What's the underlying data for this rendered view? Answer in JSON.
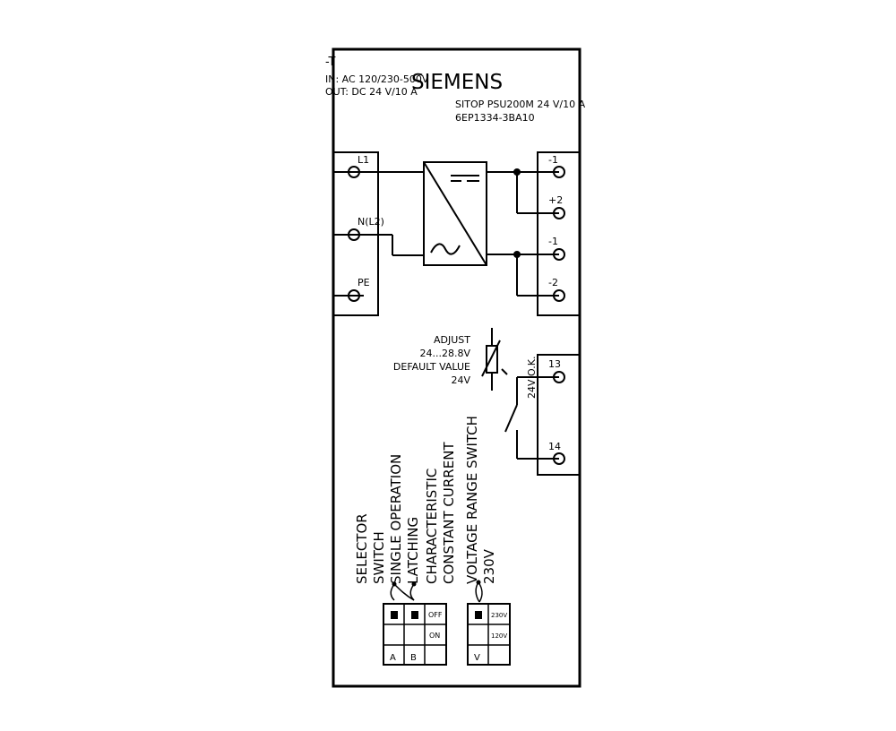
{
  "header": {
    "designator": "-T",
    "input_spec": "IN: AC 120/230-500V",
    "output_spec": "OUT: DC 24 V/10 A",
    "brand": "SIEMENS",
    "model": "SITOP PSU200M 24 V/10 A",
    "part_number": "6EP1334-3BA10"
  },
  "input_terminals": {
    "l1": "L1",
    "n": "N(L2)",
    "pe": "PE"
  },
  "output_terminals": [
    "-1",
    "+2",
    "-1",
    "-2"
  ],
  "adjust": {
    "line1": "ADJUST",
    "line2": "24...28.8V",
    "line3": "DEFAULT VALUE",
    "line4": "24V"
  },
  "relay": {
    "label": "24V O.K.",
    "terminal_top": "13",
    "terminal_bottom": "14"
  },
  "switch_labels": {
    "selector": "SELECTOR",
    "switch": "SWITCH",
    "single_operation": "SINGLE OPERATION",
    "latching": "LATCHING",
    "characteristic": "CHARACTERISTIC",
    "constant_current": "CONSTANT CURRENT",
    "voltage_range": "VOLTAGE RANGE SWITCH",
    "voltage_value": "230V"
  },
  "dip_switch": {
    "off": "OFF",
    "on": "ON",
    "col_a": "A",
    "col_b": "B"
  },
  "voltage_switch": {
    "v230": "230V",
    "v120": "120V",
    "col_v": "V"
  }
}
